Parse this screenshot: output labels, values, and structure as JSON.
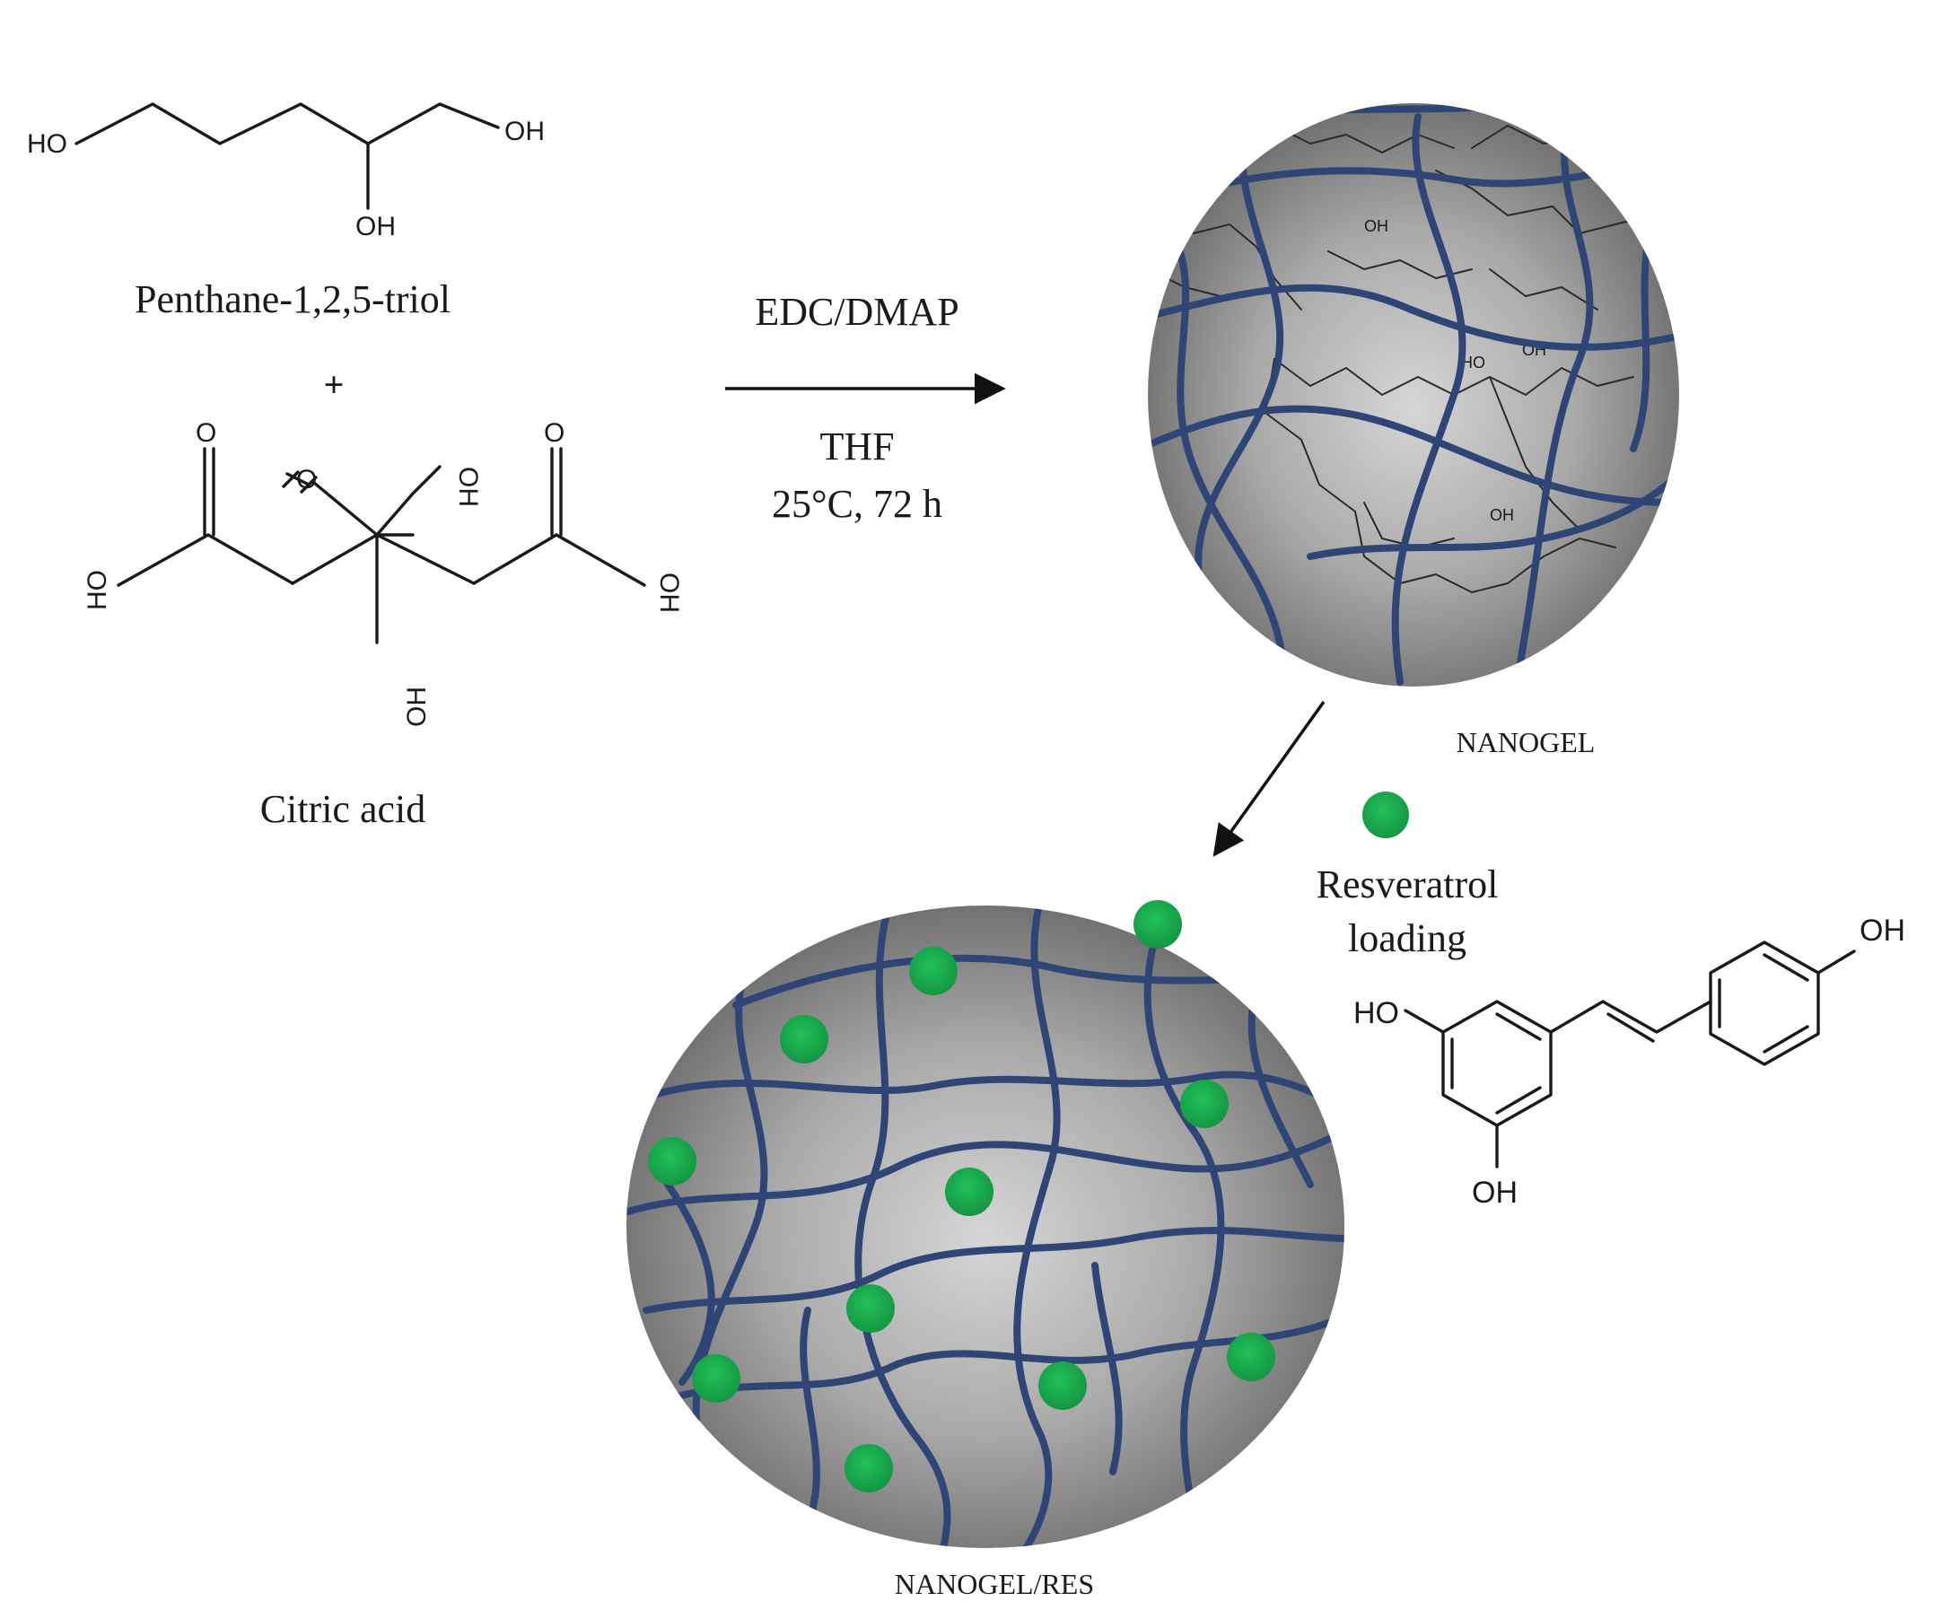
{
  "reactants": {
    "triol": {
      "name": "Penthane-1,2,5-triol",
      "atoms": {
        "ho_left": "HO",
        "oh_right": "OH",
        "oh_bottom": "OH"
      }
    },
    "plus_sign": "+",
    "citric": {
      "name": "Citric acid",
      "atoms": {
        "oh_top": "OH",
        "o_top": "O",
        "o_left": "O",
        "o_right": "O",
        "ho_left": "HO",
        "oh_right": "OH",
        "oh_center": "OH"
      }
    }
  },
  "reaction": {
    "reagent": "EDC/DMAP",
    "solvent": "THF",
    "conditions": "25°C, 72 h"
  },
  "products": {
    "nanogel_label": "NANOGEL",
    "nanogel_res_label": "NANOGEL/RES",
    "loading_label_line1": "Resveratrol",
    "loading_label_line2": "loading"
  },
  "resveratrol": {
    "atoms": {
      "oh_top": "OH",
      "ho_left": "HO",
      "oh_bottom": "OH"
    }
  },
  "network_labels": {
    "oh": "OH",
    "ho": "HO"
  },
  "colors": {
    "fiber": "#2f4576",
    "resveratrol_dot": "#1db04e",
    "sphere_light": "#d4d4d4",
    "sphere_dark": "#6e6e6e"
  }
}
